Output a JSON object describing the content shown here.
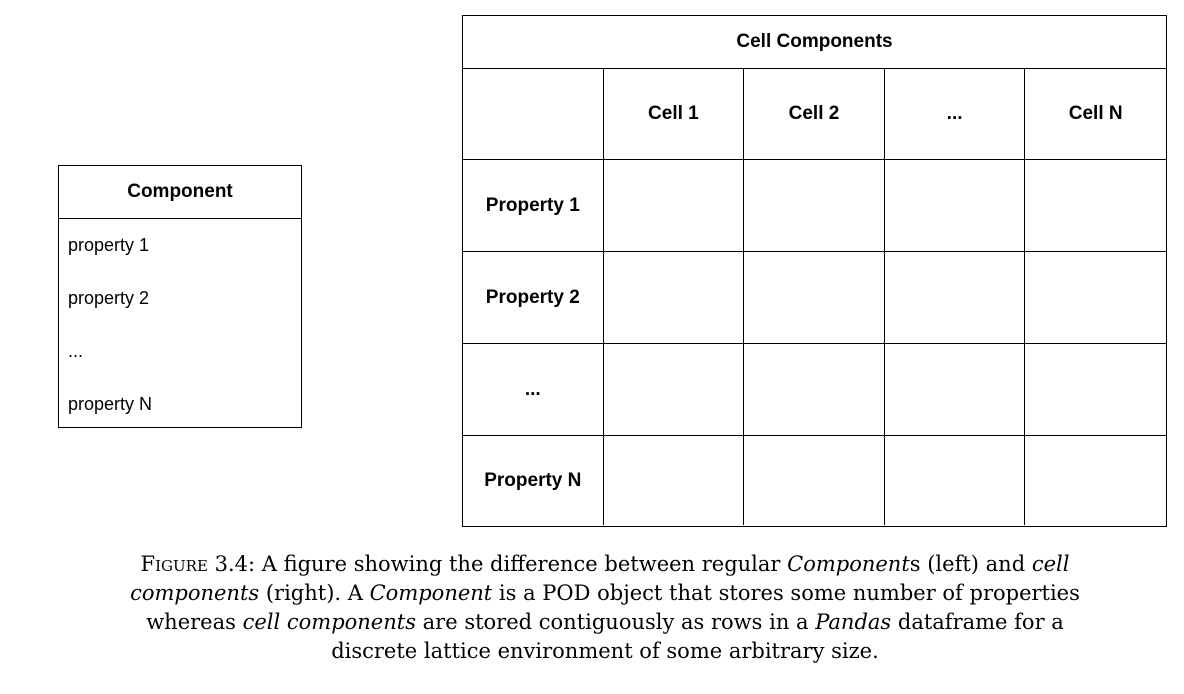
{
  "component": {
    "title": "Component",
    "properties": [
      "property 1",
      "property 2",
      "...",
      "property N"
    ]
  },
  "cell_components": {
    "title": "Cell Components",
    "corner": "",
    "columns": [
      "Cell 1",
      "Cell 2",
      "...",
      "Cell N"
    ],
    "rows": [
      "Property 1",
      "Property 2",
      "...",
      "Property N"
    ]
  },
  "caption": {
    "label": "Figure 3.4:",
    "text_1": " A figure showing the difference between regular ",
    "em_1": "Component",
    "text_2": "s (left) and ",
    "em_2": "cell components",
    "text_3": " (right).  A ",
    "em_3": "Component",
    "text_4": " is a POD object that stores some number of properties whereas ",
    "em_4": "cell components",
    "text_5": " are stored contiguously as rows in a ",
    "em_5": "Pandas",
    "text_6": " dataframe for a discrete lattice environment of some arbitrary size."
  }
}
